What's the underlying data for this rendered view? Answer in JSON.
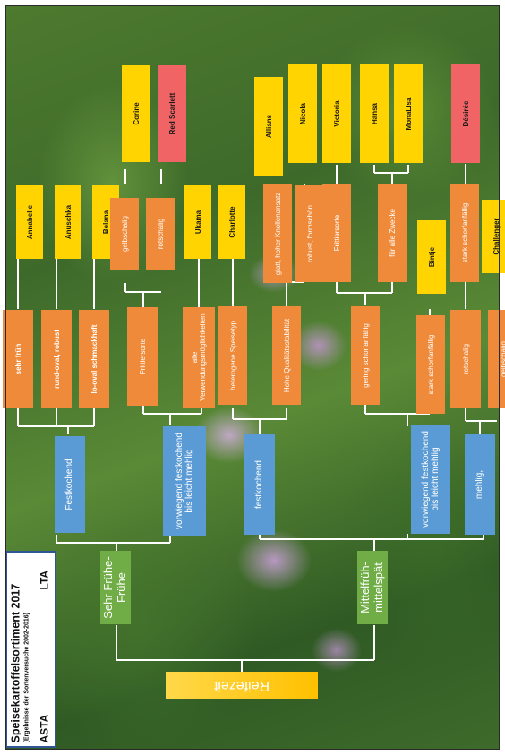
{
  "title": "Speisekartoffelsortiment 2017",
  "subtitle": "(Ergebnisse der Sortenversuche 2002-2016)",
  "org_left": "ASTA",
  "org_right": "LTA",
  "root": "Reifezeit",
  "groups": {
    "early": "Sehr Frühe-Frühe",
    "late": "Mittelfrüh-mittelspät"
  },
  "cooking": {
    "early_fest": "Festkochend",
    "early_vorw": "vorwiegend festkochend bis leicht mehlig",
    "late_fest": "festkochend",
    "late_vorw": "vorwiegend festkochend bis leicht mehlig",
    "late_mehlig": "mehlig,"
  },
  "traits": {
    "sehr_frueh": "sehr früh",
    "rund_oval": "rund-oval, robust",
    "lo_oval": "lo-oval schmackhaft",
    "fritier1": "Frittiersorte",
    "alle_verw": "alle Verwendungsmöglichkeiten",
    "hetero": "heterogene Speisetyp",
    "hohe_qual": "Hohe Qualitätsstabilität",
    "gering_schorf": "gering schorfanfällig",
    "stark_schorf1": "stark schorfanfällig",
    "rotschalig2": "rotschalig",
    "gelbschalig2": "gelbschalig",
    "gelbschalig1": "gelbschalig",
    "rotschalig1": "rotschalig",
    "glatt": "glatt, hoher Knollenansatz",
    "robust_form": "robust, formschön",
    "fritier2": "Frittiersorte",
    "alle_zwecke": "für alle Zwecke",
    "stark_schorf2": "stark schorfanfällig"
  },
  "varieties": {
    "annabelle": "Annabelle",
    "anuschka": "Anuschka",
    "belana": "Belana",
    "corine": "Corine",
    "red_scarlett": "Red Scarlett",
    "ukama": "Ukama",
    "charlotte": "Charlotte",
    "allians": "Allians",
    "nicola": "Nicola",
    "victoria": "Victoria",
    "hansa": "Hansa",
    "monalisa": "MonaLisa",
    "bintje": "Bintje",
    "desiree": "Désirée",
    "challenger": "Challenger"
  },
  "colors": {
    "variety": "#ffd400",
    "variety_red": "#f06465",
    "trait": "#ef8a3a",
    "cooking": "#5b9bd5",
    "maturity": "#70ad47",
    "root": "#ffc000",
    "title_border": "#2f5597"
  }
}
